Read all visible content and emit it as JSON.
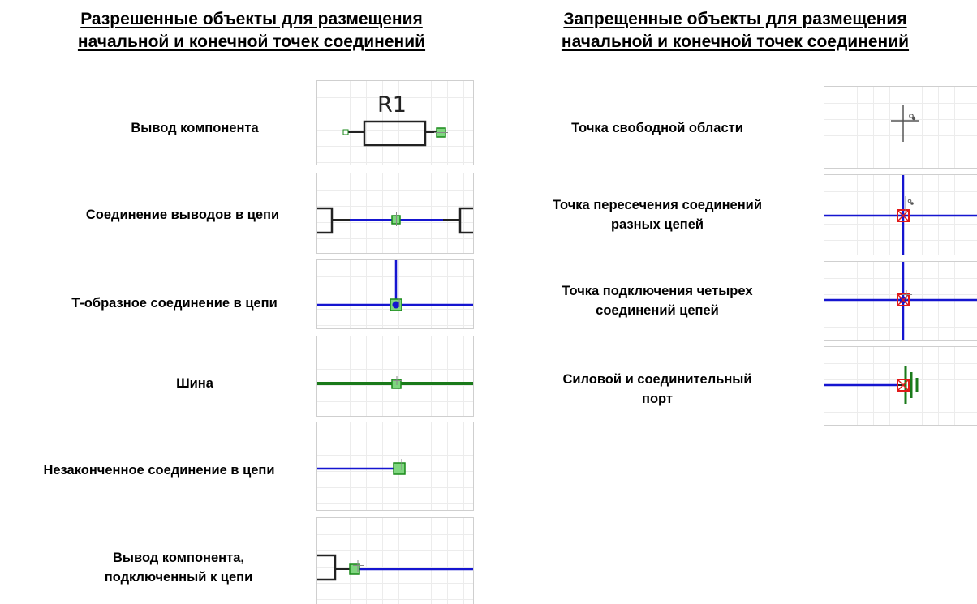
{
  "allowed": {
    "title_lines": [
      "Разрешенные объекты для размещения",
      "начальной и конечной точек соединений"
    ],
    "items": [
      {
        "label_lines": [
          "Вывод компонента"
        ],
        "component_designator": "R1"
      },
      {
        "label_lines": [
          "Соединение выводов в цепи"
        ]
      },
      {
        "label_lines": [
          "Т-образное соединение в цепи"
        ]
      },
      {
        "label_lines": [
          "Шина"
        ]
      },
      {
        "label_lines": [
          "Незаконченное соединение в цепи"
        ]
      },
      {
        "label_lines": [
          "Вывод компонента,",
          "подключенный к цепи"
        ]
      }
    ]
  },
  "forbidden": {
    "title_lines": [
      "Запрещенные объекты для размещения",
      "начальной и конечной точек соединений"
    ],
    "items": [
      {
        "label_lines": [
          "Точка свободной области"
        ]
      },
      {
        "label_lines": [
          "Точка пересечения соединений",
          "разных цепей"
        ]
      },
      {
        "label_lines": [
          "Точка подключения четырех",
          "соединений цепей"
        ]
      },
      {
        "label_lines": [
          "Силовой и соединительный",
          "порт"
        ]
      }
    ]
  },
  "colors": {
    "wire": "#1515d0",
    "bus": "#1a7a1a",
    "allowed_marker_fill": "#7fd67f",
    "allowed_marker_stroke": "#1a8a1a",
    "forbidden_marker": "#e01a1a",
    "grid": "#ececec",
    "panel_border": "#cfcfcf"
  }
}
